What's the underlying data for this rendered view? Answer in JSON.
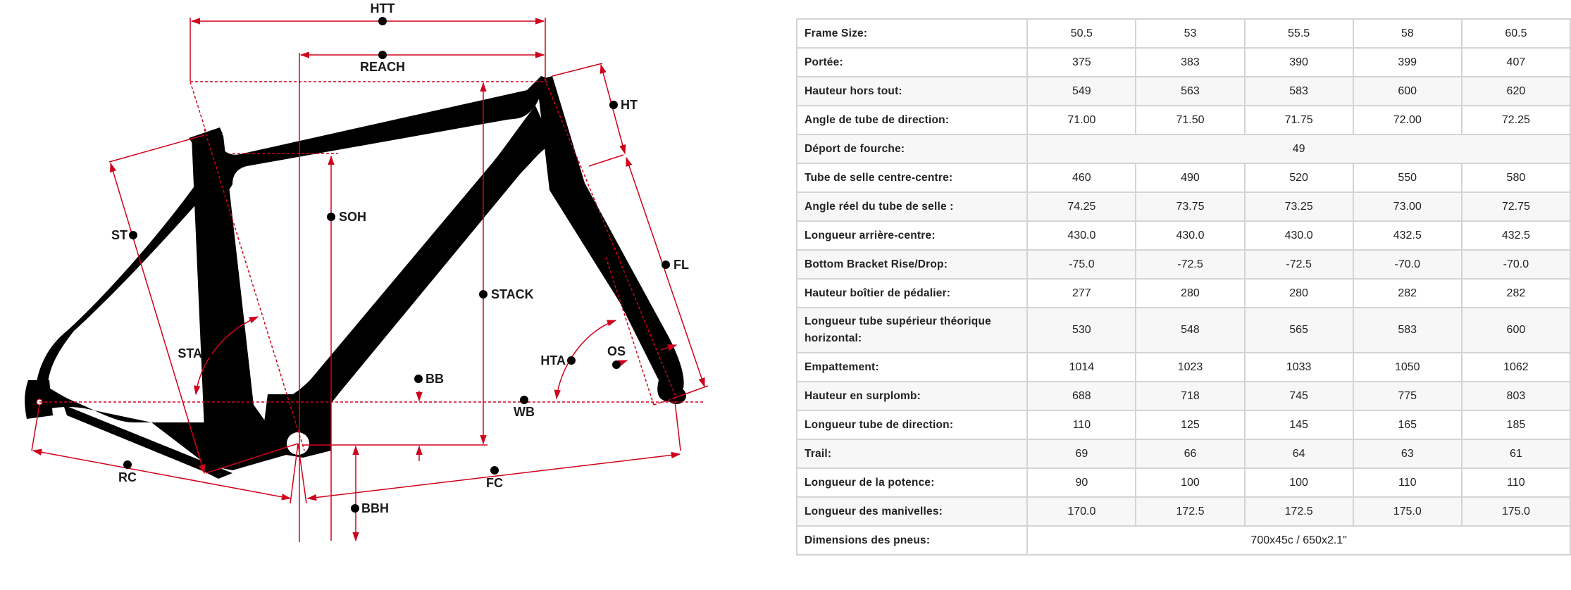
{
  "diagram": {
    "accent_color": "#d0021b",
    "frame_color": "#000000",
    "labels": {
      "htt": "HTT",
      "reach": "REACH",
      "ht": "HT",
      "soh": "SOH",
      "st": "ST",
      "stack": "STACK",
      "fl": "FL",
      "sta": "STA",
      "hta": "HTA",
      "os": "OS",
      "bb": "BB",
      "wb": "WB",
      "rc": "RC",
      "fc": "FC",
      "bbh": "BBH"
    }
  },
  "table": {
    "rows": [
      {
        "label": "Frame Size:",
        "values": [
          "50.5",
          "53",
          "55.5",
          "58",
          "60.5"
        ]
      },
      {
        "label": "Portée:",
        "values": [
          "375",
          "383",
          "390",
          "399",
          "407"
        ]
      },
      {
        "label": "Hauteur hors tout:",
        "values": [
          "549",
          "563",
          "583",
          "600",
          "620"
        ]
      },
      {
        "label": "Angle de tube de direction:",
        "values": [
          "71.00",
          "71.50",
          "71.75",
          "72.00",
          "72.25"
        ]
      },
      {
        "label": "Déport de fourche:",
        "merged": "49"
      },
      {
        "label": "Tube de selle centre-centre:",
        "values": [
          "460",
          "490",
          "520",
          "550",
          "580"
        ]
      },
      {
        "label": "Angle réel du tube de selle :",
        "values": [
          "74.25",
          "73.75",
          "73.25",
          "73.00",
          "72.75"
        ]
      },
      {
        "label": "Longueur arrière-centre:",
        "values": [
          "430.0",
          "430.0",
          "430.0",
          "432.5",
          "432.5"
        ]
      },
      {
        "label": "Bottom Bracket Rise/Drop:",
        "values": [
          "-75.0",
          "-72.5",
          "-72.5",
          "-70.0",
          "-70.0"
        ]
      },
      {
        "label": "Hauteur boîtier de pédalier:",
        "values": [
          "277",
          "280",
          "280",
          "282",
          "282"
        ]
      },
      {
        "label": "Longueur tube supérieur théorique horizontal:",
        "values": [
          "530",
          "548",
          "565",
          "583",
          "600"
        ]
      },
      {
        "label": "Empattement:",
        "values": [
          "1014",
          "1023",
          "1033",
          "1050",
          "1062"
        ]
      },
      {
        "label": "Hauteur en surplomb:",
        "values": [
          "688",
          "718",
          "745",
          "775",
          "803"
        ]
      },
      {
        "label": "Longueur tube de direction:",
        "values": [
          "110",
          "125",
          "145",
          "165",
          "185"
        ]
      },
      {
        "label": "Trail:",
        "values": [
          "69",
          "66",
          "64",
          "63",
          "61"
        ]
      },
      {
        "label": "Longueur de la potence:",
        "values": [
          "90",
          "100",
          "100",
          "110",
          "110"
        ]
      },
      {
        "label": "Longueur des manivelles:",
        "values": [
          "170.0",
          "172.5",
          "172.5",
          "175.0",
          "175.0"
        ]
      },
      {
        "label": "Dimensions des pneus:",
        "merged": "700x45c / 650x2.1\""
      }
    ]
  }
}
